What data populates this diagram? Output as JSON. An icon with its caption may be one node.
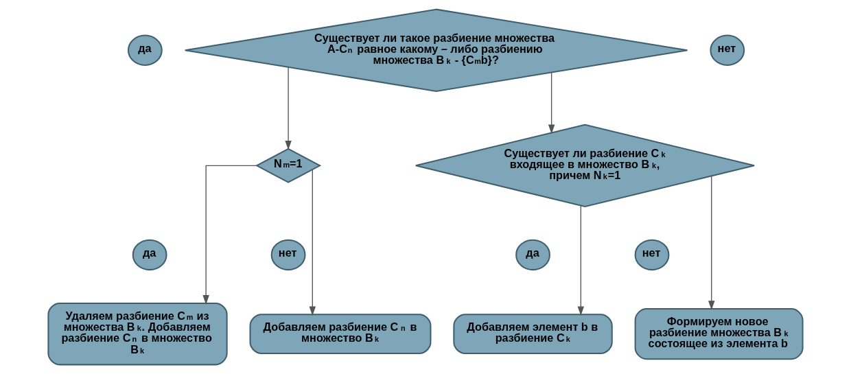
{
  "diagram": {
    "nodes": [
      {
        "text": [
          "да"
        ]
      },
      {
        "text": [
          "Существует ли такое разбиение множества A-C$_{n}$ равное какому – либо разбиению множества B$^{k}$ - {C$_{m}$b}?"
        ]
      },
      {
        "text": [
          "нет"
        ]
      },
      {
        "text": [
          "N$_{m}$=1"
        ]
      },
      {
        "text": [
          "Существует ли разбиение C$^{k}$ входящее в множество B$^{k}$, причем N$_{k}$=1"
        ]
      },
      {
        "text": [
          "да"
        ]
      },
      {
        "text": [
          "нет"
        ]
      },
      {
        "text": [
          "да"
        ]
      },
      {
        "text": [
          "нет"
        ]
      },
      {
        "text": [
          "Удаляем разбиение C$_{m}$ из множества B$^{k}$. Добавляем разбиение C$_{n}$ в множество B$^{k}$"
        ]
      },
      {
        "text": [
          "Добавляем разбиение C$_{n}$ в множество B$^{k}$"
        ]
      },
      {
        "text": [
          "Добавляем элемент b в разбиение C$^{k}$"
        ]
      },
      {
        "text": [
          "Формируем новое разбиение множества B$^{k}$ состоящее из элемента b"
        ]
      }
    ],
    "edges": [
      {
        "from": 1,
        "to": 3,
        "arrow": "to"
      },
      {
        "from": 1,
        "to": 4,
        "arrow": "to"
      },
      {
        "from": 3,
        "to": 9,
        "arrow": "to"
      },
      {
        "from": 3,
        "to": 10,
        "arrow": "to"
      },
      {
        "from": 4,
        "to": 11,
        "arrow": "to"
      },
      {
        "from": 4,
        "to": 12,
        "arrow": "to"
      }
    ]
  }
}
